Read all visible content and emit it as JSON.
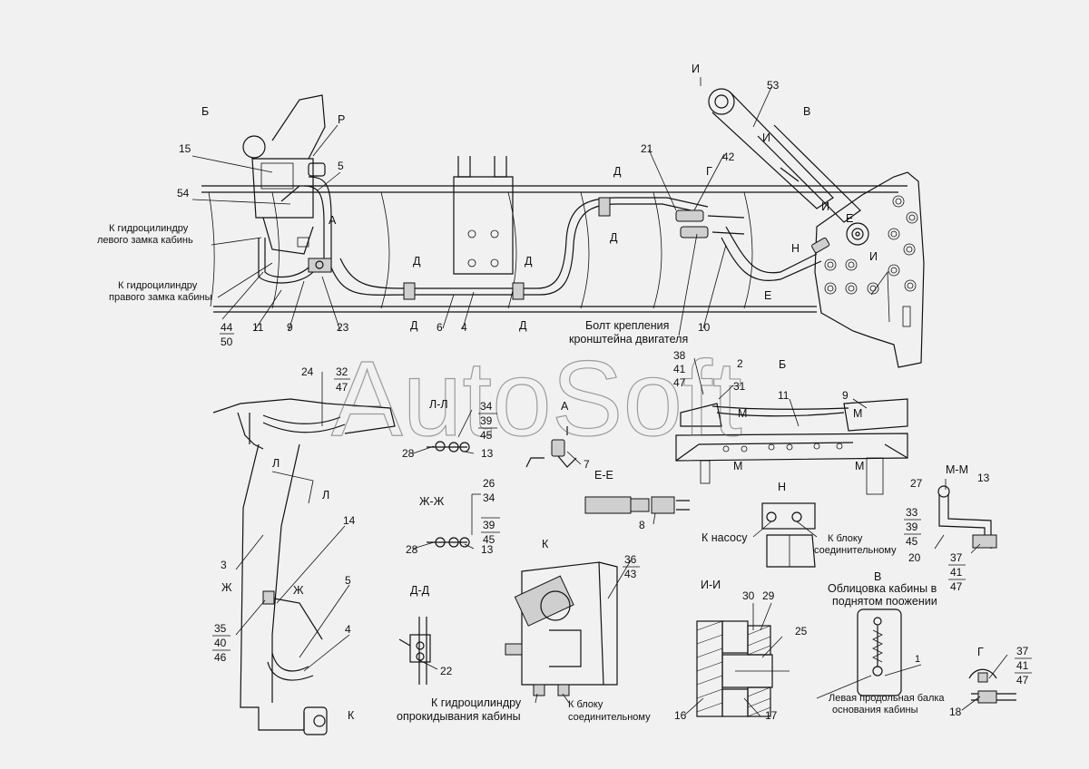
{
  "watermark": "AutoSoft",
  "views": {
    "b_top": "Б",
    "v_top": "В",
    "b_lower": "Б",
    "l_l": "Л-Л",
    "a_view": "А",
    "e_e": "Е-Е",
    "n_view": "Н",
    "m_m": "М-М",
    "zh_zh": "Ж-Ж",
    "k_view": "К",
    "d_d": "Д-Д",
    "i_i": "И-И",
    "v_lower": "В",
    "g_view": "Г"
  },
  "section_marks": {
    "r": "Р",
    "a": "А",
    "d1": "Д",
    "d2": "Д",
    "d3": "Д",
    "d4": "Д",
    "d5": "Д",
    "d6": "Д",
    "g": "Г",
    "i1": "И",
    "i2": "И",
    "i3": "И",
    "i4": "И",
    "e1": "Е",
    "e2": "Е",
    "n": "Н",
    "l1": "Л",
    "l2": "Л",
    "zh1": "Ж",
    "zh2": "Ж",
    "k": "К",
    "m1": "М",
    "m2": "М",
    "m3": "М",
    "m4": "М"
  },
  "labels": {
    "left_lock_1": "К гидроцилиндру",
    "left_lock_2": "левого замка кабинь",
    "right_lock_1": "К гидроцилиндру",
    "right_lock_2": "правого замка кабины",
    "bolt_1": "Болт крепления",
    "bolt_2": "кронштейна двигателя",
    "pump": "К насосу",
    "block_n_1": "К блоку",
    "block_n_2": "соединительному",
    "cover_1": "Облицовка кабины в",
    "cover_2": "поднятом поожении",
    "tilt_1": "К гидроцилиндру",
    "tilt_2": "опрокидывания кабины",
    "block_k_1": "К блоку",
    "block_k_2": "соединительному",
    "beam_1": "Левая продольная балка",
    "beam_2": "основания кабины"
  },
  "numbers": {
    "n15": "15",
    "n54": "54",
    "n5a": "5",
    "n44": "44",
    "n50": "50",
    "n11a": "11",
    "n9a": "9",
    "n23": "23",
    "n6": "6",
    "n4a": "4",
    "n10": "10",
    "n21": "21",
    "n42": "42",
    "n53": "53",
    "n38": "38",
    "n41a": "41",
    "n47a": "47",
    "n2": "2",
    "n31": "31",
    "n11b": "11",
    "n9b": "9",
    "n24": "24",
    "n32": "32",
    "n47b": "47",
    "n34a": "34",
    "n39a": "39",
    "n45a": "45",
    "n28a": "28",
    "n13a": "13",
    "n7": "7",
    "n8": "8",
    "n27": "27",
    "n13c": "13",
    "n33": "33",
    "n39c": "39",
    "n45c": "45",
    "n20": "20",
    "n37a": "37",
    "n41b": "41",
    "n47c": "47",
    "n26": "26",
    "n34b": "34",
    "n39b": "39",
    "n45b": "45",
    "n28b": "28",
    "n13b": "13",
    "n3": "3",
    "n14": "14",
    "n5b": "5",
    "n4b": "4",
    "n35": "35",
    "n40": "40",
    "n46": "46",
    "n36": "36",
    "n43": "43",
    "n22": "22",
    "n30": "30",
    "n29": "29",
    "n25": "25",
    "n16": "16",
    "n17": "17",
    "n37b": "37",
    "n41c": "41",
    "n47d": "47",
    "n18": "18",
    "one": "1"
  }
}
